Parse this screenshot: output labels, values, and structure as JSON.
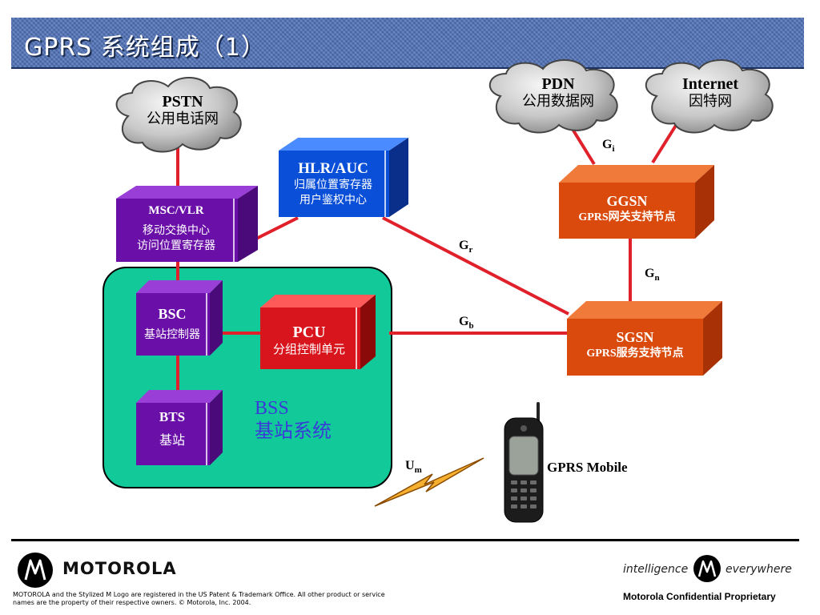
{
  "title": "GPRS 系统组成（1）",
  "clouds": {
    "pstn": {
      "name": "PSTN",
      "desc": "公用电话网"
    },
    "pdn": {
      "name": "PDN",
      "desc": "公用数据网"
    },
    "internet": {
      "name": "Internet",
      "desc": "因特网"
    }
  },
  "nodes": {
    "hlr": {
      "name": "HLR/AUC",
      "line1": "归属位置寄存器",
      "line2": "用户鉴权中心"
    },
    "msc": {
      "name": "MSC/VLR",
      "line1": "移动交换中心",
      "line2": "访问位置寄存器"
    },
    "ggsn": {
      "name": "GGSN",
      "desc": "GPRS网关支持节点"
    },
    "sgsn": {
      "name": "SGSN",
      "desc": "GPRS服务支持节点"
    },
    "bsc": {
      "name": "BSC",
      "desc": "基站控制器"
    },
    "pcu": {
      "name": "PCU",
      "desc": "分组控制单元"
    },
    "bts": {
      "name": "BTS",
      "desc": "基站"
    }
  },
  "bss": {
    "name": "BSS",
    "desc": "基站系统"
  },
  "interfaces": {
    "gi": {
      "base": "G",
      "sub": "i"
    },
    "gr": {
      "base": "G",
      "sub": "r"
    },
    "gn": {
      "base": "G",
      "sub": "n"
    },
    "gb": {
      "base": "G",
      "sub": "b"
    },
    "um": {
      "base": "U",
      "sub": "m"
    }
  },
  "mobile": {
    "label": "GPRS Mobile"
  },
  "footer": {
    "brand": "MOTOROLA",
    "legal": "MOTOROLA and the Stylized M Logo are registered in the US Patent & Trademark Office. All other product or service names are the property of their respective owners. © Motorola, Inc. 2004.",
    "tagline_left": "intelligence",
    "tagline_right": "everywhere",
    "confidential": "Motorola Confidential Proprietary"
  },
  "colors": {
    "title_bg": "#4d6fb5",
    "link": "#e0202a",
    "bss_bg": "#12c99a",
    "purple_box": "#6a0fa8",
    "blue_box": "#0a4fd8",
    "orange_box": "#d94a0c",
    "red_box": "#d8141c"
  }
}
